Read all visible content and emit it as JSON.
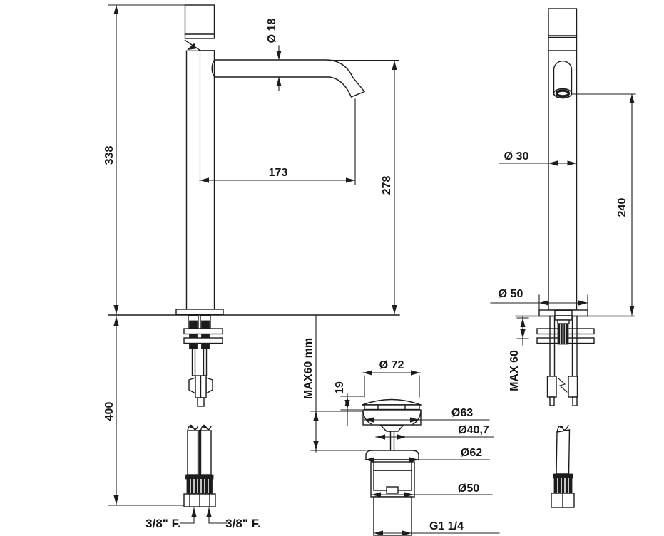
{
  "drawing": {
    "background": "#ffffff",
    "line_color": "#1c1c1c",
    "side_view": {
      "total_height": "338",
      "under_counter_length": "400",
      "spout_reach": "173",
      "spout_height": "278",
      "spout_diameter": "Ø 18",
      "max_deck_thickness": "MAX60 mm",
      "hose_thread_left": "3/8\" F.",
      "hose_thread_right": "3/8\" F."
    },
    "front_view": {
      "body_diameter": "Ø 30",
      "outlet_height": "240",
      "base_diameter": "Ø 50",
      "max_deck_thickness": "MAX 60"
    },
    "waste_plug": {
      "cap_diameter": "Ø 72",
      "cap_height": "19",
      "upper_flange_diameter": "Ø63",
      "neck_diameter": "Ø40,7",
      "lower_flange_diameter": "Ø62",
      "body_diameter": "Ø50",
      "thread_size": "G1 1/4"
    }
  }
}
